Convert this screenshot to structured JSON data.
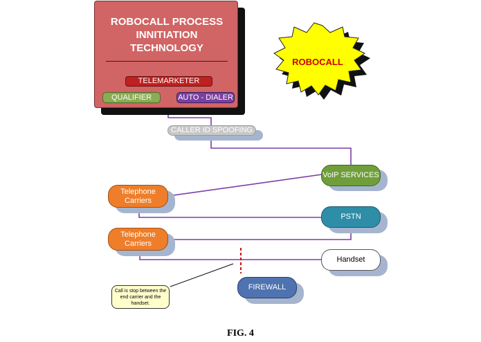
{
  "main_box": {
    "title": "ROBOCALL PROCESS\nINNITIATION\nTECHNOLOGY",
    "telemarketer": "TELEMARKETER",
    "qualifier": "QUALIFIER",
    "auto_dialer": "AUTO - DIALER"
  },
  "burst": {
    "label": "ROBOCALL"
  },
  "nodes": {
    "caller_id_spoofing": "CALLER ID SPOOFING",
    "voip_services": "VoIP SERVICES",
    "telephone_carriers_1": "Telephone\nCarriers",
    "pstn": "PSTN",
    "telephone_carriers_2": "Telephone\nCarriers",
    "handset": "Handset",
    "firewall": "FIREWALL"
  },
  "callout": {
    "text": "Call is stop between the\nend carrier and the\nhandset."
  },
  "figure_label": "FIG. 4",
  "colors": {
    "main_box": "#d16464",
    "telemarketer": "#c02020",
    "qualifier": "#8aac52",
    "auto_dialer": "#7a3fa0",
    "caller_id": "#c8c8c8",
    "voip": "#6f9e3a",
    "carriers": "#ee7e2a",
    "pstn": "#2e8ea8",
    "firewall": "#4f72b0",
    "burst": "#ffff00",
    "connector": "#7b3fa6",
    "callout": "#ffffcc"
  }
}
